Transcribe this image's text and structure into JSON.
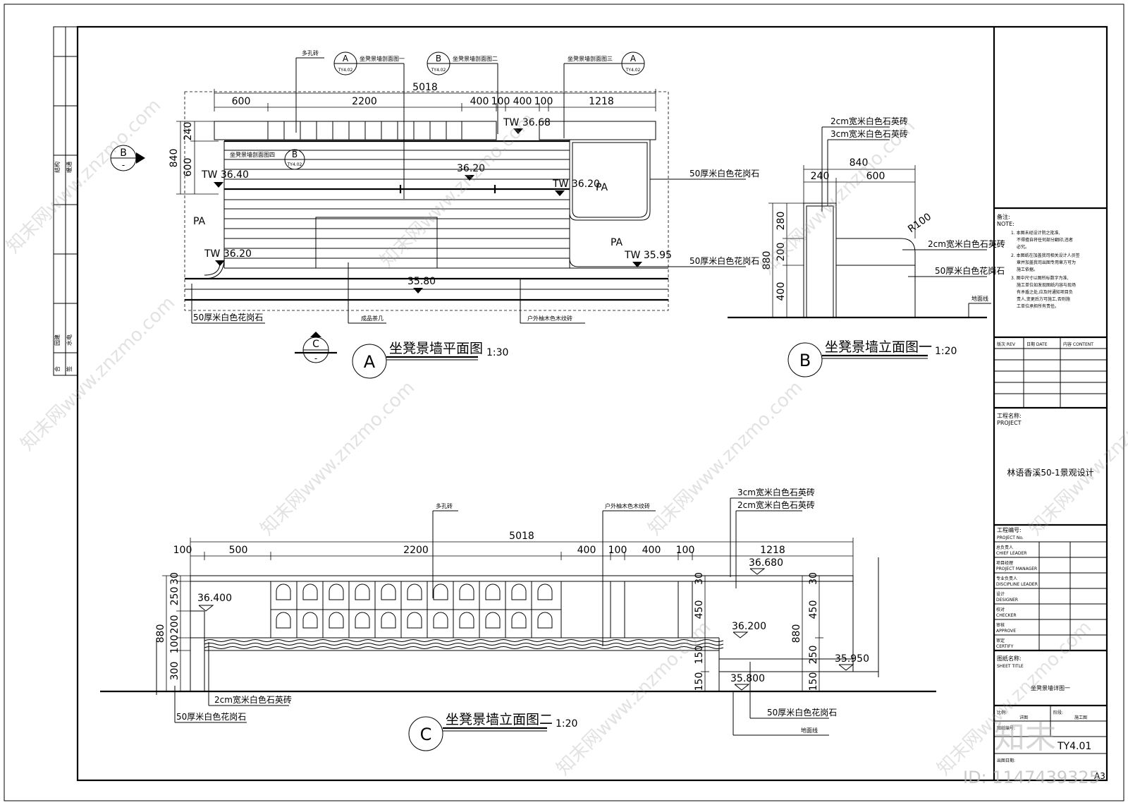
{
  "plan": {
    "title": "坐凳景墙平面图",
    "scale": "1:30",
    "circle": "A",
    "dim_total": "5018",
    "dims": [
      "600",
      "2200",
      "400",
      "100",
      "400",
      "100",
      "1218"
    ],
    "dims_v": [
      "240",
      "600",
      "840"
    ],
    "callout_top1": "多孔砖",
    "callout_sec1": "坐凳景墙剖面图一",
    "callout_sec2": "坐凳景墙剖面图二",
    "callout_sec3": "坐凳景墙剖面图三",
    "callout_sec4": "坐凳景墙剖面图四",
    "ref_a": "A",
    "ref_b": "B",
    "ref_code": "TY4.02",
    "levels": [
      "TW 36.68",
      "TW 36.40",
      "36.20",
      "TW 36.20",
      "TW 36.20",
      "TW 35.95",
      "35.80"
    ],
    "pa": "PA",
    "notes_bottom": [
      "50厚米白色花岗石",
      "成品茶几",
      "户外柚木色木纹砖"
    ],
    "notes_right": [
      "50厚米白色花岗石",
      "50厚米白色花岗石"
    ]
  },
  "elev1": {
    "title": "坐凳景墙立面图一",
    "scale": "1:20",
    "circle": "B",
    "notes": [
      "2cm宽米白色石英砖",
      "3cm宽米白色石英砖",
      "2cm宽米白色石英砖",
      "50厚米白色花岗石",
      "地面线"
    ],
    "dims_h": [
      "840",
      "240",
      "600"
    ],
    "dims_v": [
      "280",
      "200",
      "400",
      "880"
    ],
    "radius": "R100"
  },
  "elev2": {
    "title": "坐凳景墙立面图二",
    "scale": "1:20",
    "circle": "C",
    "dim_total": "5018",
    "dims": [
      "100",
      "500",
      "2200",
      "400",
      "100",
      "400",
      "100",
      "1218"
    ],
    "dims_v_left": [
      "30",
      "250",
      "200",
      "100",
      "300",
      "880"
    ],
    "dims_v_mid": [
      "30",
      "450",
      "150",
      "150"
    ],
    "dims_v_right": [
      "30",
      "450",
      "250",
      "150",
      "880"
    ],
    "callouts": [
      "多孔砖",
      "户外柚木色木纹砖",
      "3cm宽米白色石英砖",
      "2cm宽米白色石英砖"
    ],
    "levels": [
      "36.400",
      "36.680",
      "36.200",
      "35.950",
      "35.800"
    ],
    "notes_bottom": [
      "2cm宽米白色石英砖",
      "50厚米白色花岗石",
      "50厚米白色花岗石",
      "地面线"
    ]
  },
  "section_mark_b": "B",
  "section_mark_c": "C",
  "section_dash": "-",
  "left_strip": [
    "结构",
    "暖通",
    "园建",
    "水电",
    "合",
    "签"
  ],
  "title_block": {
    "notes_head": "备注:",
    "notes_en": "NOTE:",
    "notes": [
      "1. 本图未经设计院之批准,",
      "不得擅自将任何部分翻印,违者",
      "必究。",
      "2. 本图纸在加盖我司相关设计人员签",
      "章并加盖我司出图专用章方可为",
      "施工依据。",
      "3. 图中尺寸以图所标数字为准,",
      "施工单位如发现图纸内容与现场",
      "有矛盾之处,应及时通知项目负",
      "责人,变更后方可施工,否则施",
      "工单位承担所有责任。"
    ],
    "rev_headers": [
      "版次 REV",
      "日期 DATE",
      "内容 CONTENT"
    ],
    "project_label": "工程名称:",
    "project_en": "PROJECT",
    "project_name": "林语香溪50-1景观设计",
    "project_no": "工程编号:",
    "project_no_en": "PROJECT No.",
    "roles": [
      {
        "cn": "总负责人",
        "en": "CHIEF LEADER"
      },
      {
        "cn": "项目经理",
        "en": "PROJECT MANAGER"
      },
      {
        "cn": "专业负责人",
        "en": "DISCIPLINE LEADER"
      },
      {
        "cn": "设计",
        "en": "DESIGNER"
      },
      {
        "cn": "校对",
        "en": "CHECKER"
      },
      {
        "cn": "审核",
        "en": "APPROVE"
      },
      {
        "cn": "审定",
        "en": "CERTIFY"
      }
    ],
    "sheet_title_label": "图纸名称:",
    "sheet_title_en": "SHEET TITLE",
    "sheet_title": "坐凳景墙详图一",
    "scale_label": "比例:",
    "scale_value": "详图",
    "stage_label": "阶段:",
    "stage_value": "施工图",
    "drawing_no_label": "图纸编号:",
    "drawing_no": "TY4.01",
    "date_label": "出图日期:",
    "paper": "A3"
  },
  "watermark": {
    "brand": "知末",
    "site": "知末网www.znzmo.com",
    "id": "ID: 1147439325"
  }
}
